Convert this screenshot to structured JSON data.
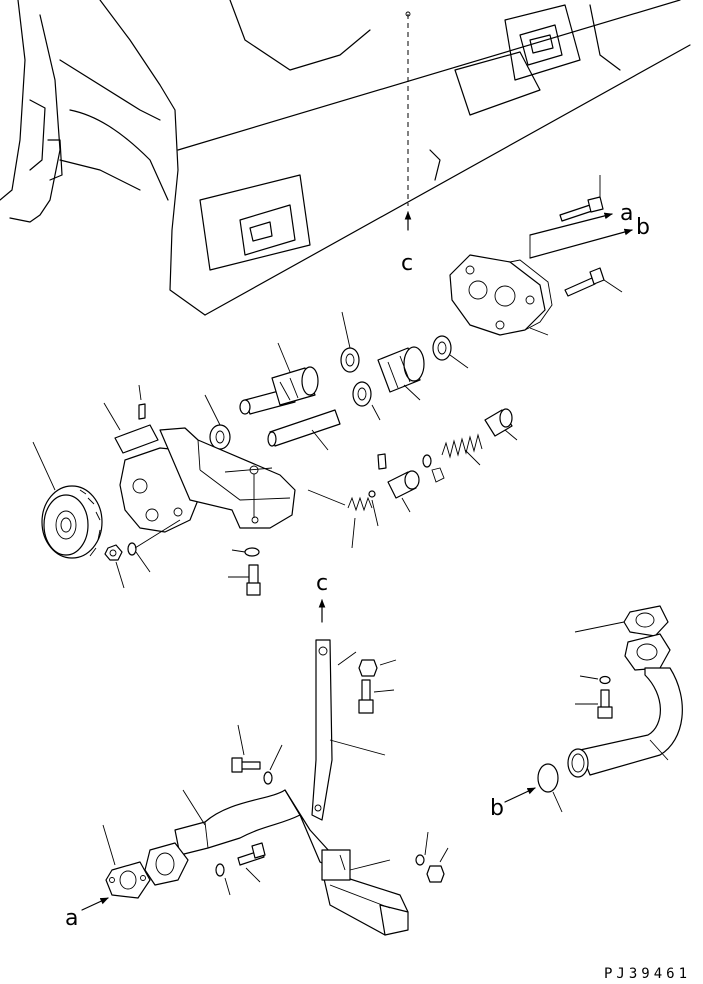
{
  "drawing": {
    "code": "PJ39461",
    "ref_labels": {
      "a_top": "a",
      "b_top": "b",
      "c_top": "c",
      "c_mid": "c",
      "a_bottom": "a",
      "b_bottom": "b"
    }
  }
}
